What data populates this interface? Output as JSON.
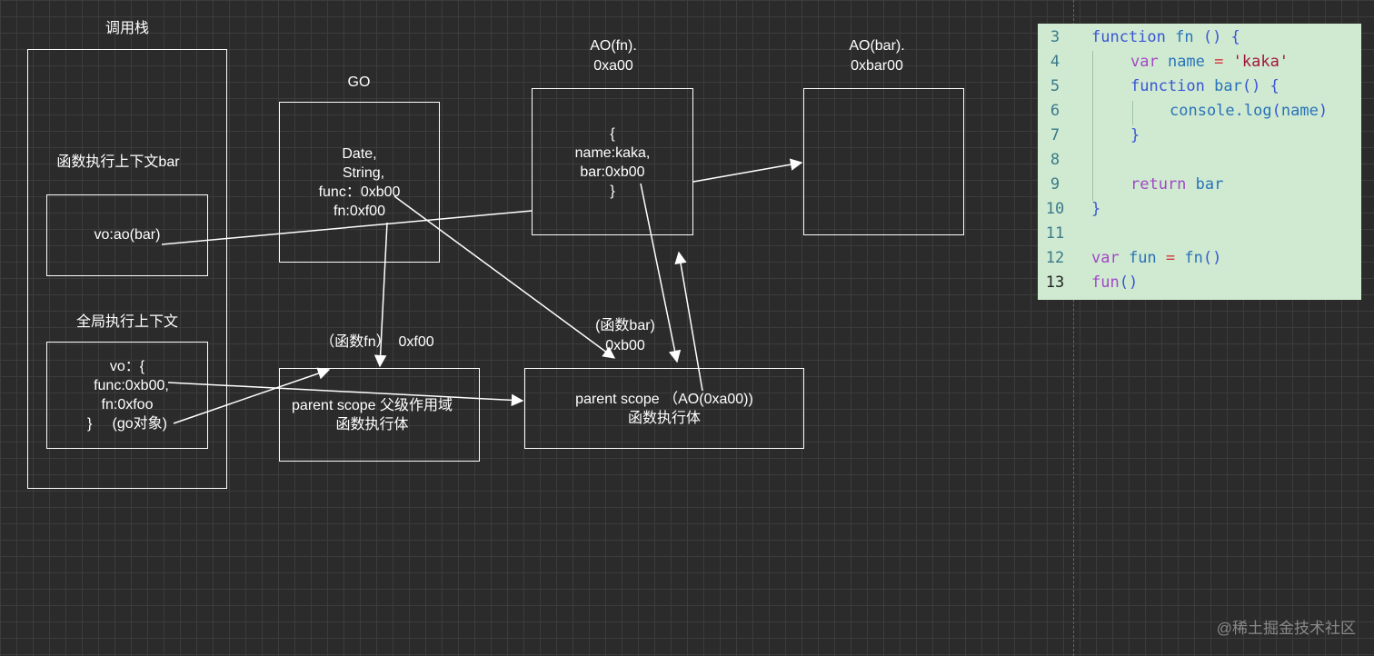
{
  "labels": {
    "call_stack": "调用栈",
    "bar_ctx": "函数执行上下文bar",
    "global_ctx": "全局执行上下文",
    "go": "GO",
    "ao_fn": "AO(fn).\n0xa00",
    "ao_bar": "AO(bar).\n0xbar00",
    "fn_func": "（函数fn）  0xf00",
    "bar_func": "(函数bar)\n0xb00"
  },
  "boxes": {
    "vo_bar": "vo:ao(bar)",
    "vo_global": "vo：{\n  func:0xb00,\nfn:0xfoo\n}     (go对象)",
    "go_content": "Date,\n  String,\nfunc：0xb00\nfn:0xf00",
    "ao_fn_content": "{\nname:kaka,\nbar:0xb00\n}",
    "fn_scope": "parent scope 父级作用域\n函数执行体",
    "bar_scope": "parent scope （AO(0xa00))\n函数执行体"
  },
  "code": {
    "lines": [
      {
        "num": "3",
        "indent": 0,
        "tokens": [
          {
            "t": "function",
            "c": "kw-fn"
          },
          {
            "t": " fn ",
            "c": "tok-id"
          },
          {
            "t": "() {",
            "c": "tok-paren"
          }
        ]
      },
      {
        "num": "4",
        "indent": 1,
        "tokens": [
          {
            "t": "var",
            "c": "kw-var"
          },
          {
            "t": " name ",
            "c": "tok-id"
          },
          {
            "t": "=",
            "c": "tok-op"
          },
          {
            "t": " 'kaka'",
            "c": "tok-str"
          }
        ]
      },
      {
        "num": "5",
        "indent": 1,
        "tokens": [
          {
            "t": "function",
            "c": "kw-fn"
          },
          {
            "t": " bar",
            "c": "tok-id"
          },
          {
            "t": "() {",
            "c": "tok-paren"
          }
        ]
      },
      {
        "num": "6",
        "indent": 2,
        "tokens": [
          {
            "t": "console",
            "c": "tok-id"
          },
          {
            "t": ".",
            "c": "tok-id"
          },
          {
            "t": "log",
            "c": "tok-id"
          },
          {
            "t": "(",
            "c": "tok-paren"
          },
          {
            "t": "name",
            "c": "tok-id"
          },
          {
            "t": ")",
            "c": "tok-paren"
          }
        ]
      },
      {
        "num": "7",
        "indent": 1,
        "tokens": [
          {
            "t": "}",
            "c": "tok-brace"
          }
        ]
      },
      {
        "num": "8",
        "indent": 0,
        "tokens": []
      },
      {
        "num": "9",
        "indent": 1,
        "tokens": [
          {
            "t": "return",
            "c": "kw-var"
          },
          {
            "t": " bar",
            "c": "tok-id"
          }
        ]
      },
      {
        "num": "10",
        "indent": 0,
        "tokens": [
          {
            "t": "}",
            "c": "tok-brace"
          }
        ]
      },
      {
        "num": "11",
        "indent": 0,
        "tokens": []
      },
      {
        "num": "12",
        "indent": 0,
        "tokens": [
          {
            "t": "var",
            "c": "kw-var"
          },
          {
            "t": " fun ",
            "c": "tok-id"
          },
          {
            "t": "=",
            "c": "tok-op"
          },
          {
            "t": " fn",
            "c": "tok-id"
          },
          {
            "t": "()",
            "c": "tok-paren"
          }
        ]
      },
      {
        "num": "13",
        "indent": 0,
        "active": true,
        "tokens": [
          {
            "t": "fun",
            "c": "kw-var"
          },
          {
            "t": "()",
            "c": "tok-paren"
          }
        ]
      }
    ]
  },
  "watermark": "@稀土掘金技术社区",
  "colors": {
    "code_bg": "#cfead1",
    "canvas_bg": "#2b2b2b",
    "stroke": "#ffffff"
  }
}
